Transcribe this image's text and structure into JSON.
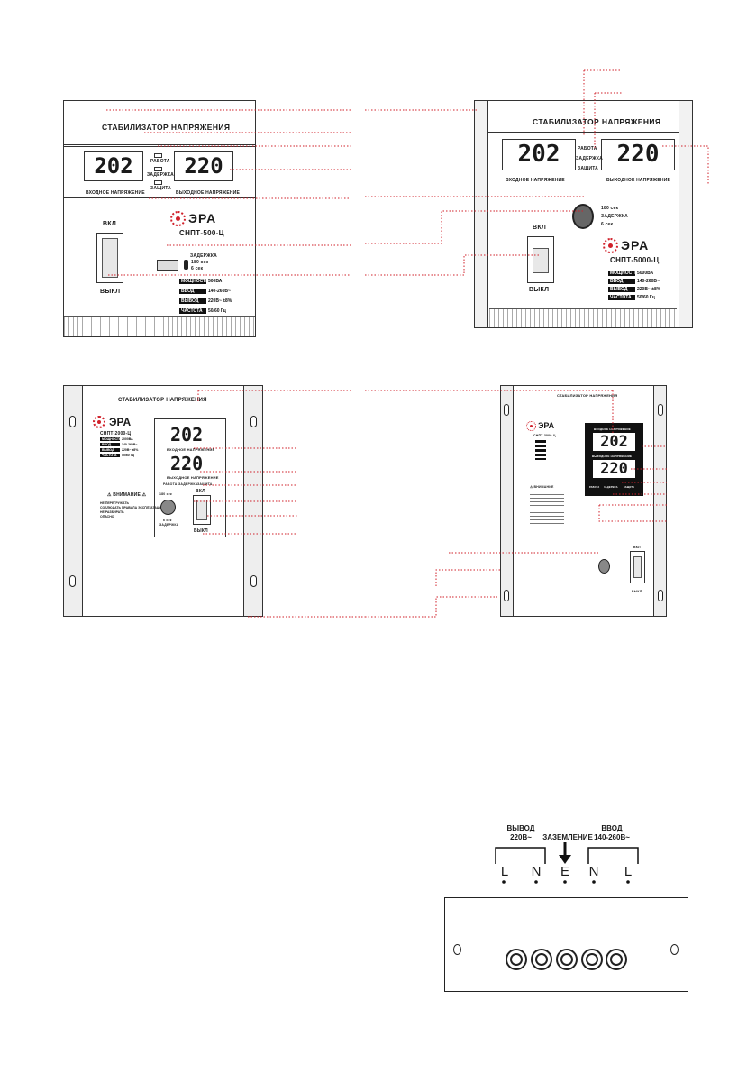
{
  "device1": {
    "title": "СТАБИЛИЗАТОР НАПРЯЖЕНИЯ",
    "input_display": "202",
    "output_display": "220",
    "indicator_work": "РАБОТА",
    "indicator_delay": "ЗАДЕРЖКА",
    "indicator_protect": "ЗАЩИТА",
    "input_label": "ВХОДНОЕ НАПРЯЖЕНИЕ",
    "output_label": "ВЫХОДНОЕ НАПРЯЖЕНИЕ",
    "brand": "ЭРА",
    "model": "СНПТ-500-Ц",
    "switch_on": "ВКЛ",
    "switch_off": "ВЫКЛ",
    "delay_label": "ЗАДЕРЖКА",
    "delay_long": "180 сек",
    "delay_short": "6 сек",
    "specs": [
      {
        "key": "МОЩНОСТЬ",
        "value": "500ВА"
      },
      {
        "key": "ВВОД",
        "value": "140-260В~"
      },
      {
        "key": "ВЫВОД",
        "value": "220В~ ±8%"
      },
      {
        "key": "ЧАСТОТА",
        "value": "50/60 Гц"
      }
    ]
  },
  "device2": {
    "title": "СТАБИЛИЗАТОР НАПРЯЖЕНИЯ",
    "input_display": "202",
    "output_display": "220",
    "indicator_work": "РАБОТА",
    "indicator_delay": "ЗАДЕРЖКА",
    "indicator_protect": "ЗАЩИТА",
    "input_label": "ВХОДНОЕ НАПРЯЖЕНИЕ",
    "output_label": "ВЫХОДНОЕ НАПРЯЖЕНИЕ",
    "delay_long": "180 сек",
    "delay_label": "ЗАДЕРЖКА",
    "delay_short": "6 сек",
    "brand": "ЭРА",
    "model": "СНПТ-5000-Ц",
    "switch_on": "ВКЛ",
    "switch_off": "ВЫКЛ",
    "specs": [
      {
        "key": "МОЩНОСТЬ",
        "value": "5000ВА"
      },
      {
        "key": "ВВОД",
        "value": "140-260В~"
      },
      {
        "key": "ВЫВОД",
        "value": "220В~ ±8%"
      },
      {
        "key": "ЧАСТОТА",
        "value": "50/60 Гц"
      }
    ]
  },
  "device3": {
    "title": "СТАБИЛИЗАТОР НАПРЯЖЕНИЯ",
    "brand": "ЭРА",
    "model": "СНПТ-2000-Ц",
    "input_display": "202",
    "input_label": "ВХОДНОЕ НАПРЯЖЕНИЕ",
    "output_display": "220",
    "output_label": "ВЫХОДНОЕ НАПРЯЖЕНИЕ",
    "indicator_work": "РАБОТА",
    "indicator_delay": "ЗАДЕРЖКА",
    "indicator_protect": "ЗАЩИТА",
    "switch_on": "ВКЛ",
    "switch_off": "ВЫКЛ",
    "delay_long": "180 сек",
    "delay_short": "6 сек",
    "delay_label": "ЗАДЕРЖКА",
    "warning_title": "ВНИМАНИЕ",
    "warnings": [
      "НЕ ПЕРЕГРУЖАТЬ",
      "СОБЛЮДАТЬ ПРАВИЛА ЭКСПЛУАТАЦИИ",
      "НЕ РАЗБИРАТЬ",
      "ОПАСНО"
    ],
    "specs": [
      {
        "key": "МОЩНОСТЬ",
        "value": "2000ВА"
      },
      {
        "key": "ВВОД",
        "value": "140-260В~"
      },
      {
        "key": "ВЫВОД",
        "value": "220В~ ±8%"
      },
      {
        "key": "ЧАСТОТА",
        "value": "50/60 Гц"
      }
    ]
  },
  "device4": {
    "title": "СТАБИЛИЗАТОР НАПРЯЖЕНИЯ",
    "brand": "ЭРА",
    "model": "СНПТ-3000-Ц",
    "input_display": "202",
    "output_display": "220",
    "input_label": "ВХОДНОЕ НАПРЯЖЕНИЕ",
    "output_label": "ВЫХОДНОЕ НАПРЯЖЕНИЕ",
    "indicator_work": "РАБОТА",
    "indicator_delay": "ЗАДЕРЖКА",
    "indicator_protect": "ЗАЩИТА",
    "warning_title": "ВНИМАНИЕ",
    "switch_on": "ВКЛ",
    "switch_off": "ВЫКЛ"
  },
  "terminal": {
    "output_label": "ВЫВОД\n220В~",
    "ground_label": "ЗАЗЕМЛЕНИЕ",
    "input_label": "ВВОД\n140-260В~",
    "letters": [
      "L",
      "N",
      "E",
      "N",
      "L"
    ]
  },
  "colors": {
    "leader": "#d0202a",
    "brand_red": "#d0202a",
    "outline": "#333333"
  }
}
